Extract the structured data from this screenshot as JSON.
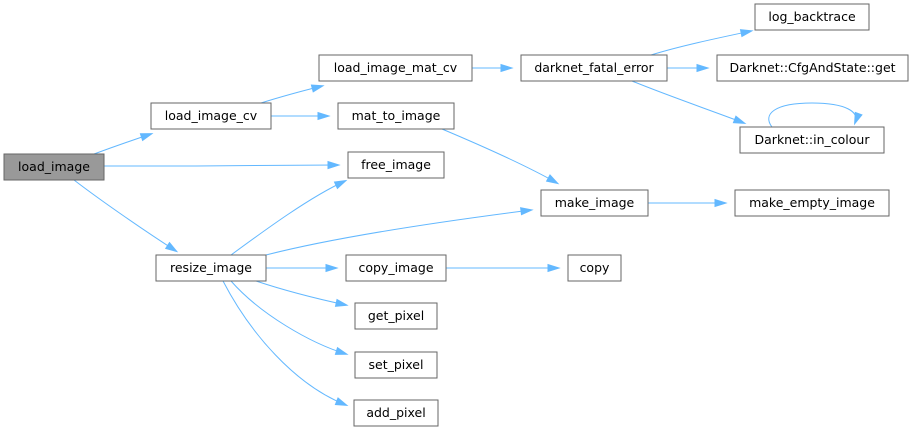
{
  "graph": {
    "root": "load_image",
    "nodes": {
      "load_image": "load_image",
      "load_image_cv": "load_image_cv",
      "resize_image": "resize_image",
      "load_image_mat_cv": "load_image_mat_cv",
      "mat_to_image": "mat_to_image",
      "free_image": "free_image",
      "copy_image": "copy_image",
      "get_pixel": "get_pixel",
      "set_pixel": "set_pixel",
      "add_pixel": "add_pixel",
      "darknet_fatal_error": "darknet_fatal_error",
      "make_image": "make_image",
      "copy": "copy",
      "log_backtrace": "log_backtrace",
      "cfg_and_state_get": "Darknet::CfgAndState::get",
      "in_colour": "Darknet::in_colour",
      "make_empty_image": "make_empty_image"
    },
    "edges": [
      [
        "load_image",
        "load_image_cv"
      ],
      [
        "load_image",
        "free_image"
      ],
      [
        "load_image",
        "resize_image"
      ],
      [
        "load_image_cv",
        "load_image_mat_cv"
      ],
      [
        "load_image_cv",
        "mat_to_image"
      ],
      [
        "load_image_mat_cv",
        "darknet_fatal_error"
      ],
      [
        "darknet_fatal_error",
        "log_backtrace"
      ],
      [
        "darknet_fatal_error",
        "cfg_and_state_get"
      ],
      [
        "darknet_fatal_error",
        "in_colour"
      ],
      [
        "in_colour",
        "in_colour"
      ],
      [
        "mat_to_image",
        "make_image"
      ],
      [
        "make_image",
        "make_empty_image"
      ],
      [
        "resize_image",
        "free_image"
      ],
      [
        "resize_image",
        "make_image"
      ],
      [
        "resize_image",
        "copy_image"
      ],
      [
        "resize_image",
        "get_pixel"
      ],
      [
        "resize_image",
        "set_pixel"
      ],
      [
        "resize_image",
        "add_pixel"
      ],
      [
        "copy_image",
        "copy"
      ]
    ]
  },
  "colors": {
    "edge": "#63b8ff",
    "node_border": "#666666",
    "node_fill": "#ffffff",
    "root_fill": "#999999"
  }
}
